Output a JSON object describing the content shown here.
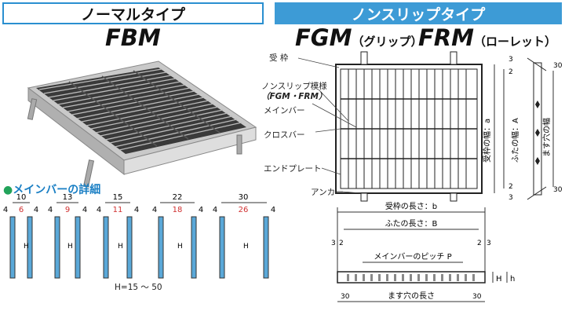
{
  "left_header": "ノーマルタイプ",
  "right_header": "ノンスリップタイプ",
  "left_model": "FBM",
  "right_models": [
    {
      "code": "FGM",
      "sub": "（グリップ）"
    },
    {
      "code": "FRM",
      "sub": "（ローレット）"
    }
  ],
  "detail_title": "メインバーの詳細",
  "bar_details": [
    {
      "total": "10",
      "side": "4",
      "gap": "6"
    },
    {
      "total": "13",
      "side": "4",
      "gap": "9"
    },
    {
      "total": "15",
      "side": "4",
      "gap": "11"
    },
    {
      "total": "22",
      "side": "4",
      "gap": "18"
    },
    {
      "total": "30",
      "side": "4",
      "gap": "26"
    }
  ],
  "height_label": "H",
  "height_range": "H=15 ～ 50",
  "callouts": {
    "receiving_frame": "受 枠",
    "nonslip_pattern": "ノンスリップ模様",
    "nonslip_models": "（FGM・FRM）",
    "main_bar": "メインバー",
    "cross_bar": "クロスバー",
    "end_plate": "エンドプレート",
    "anchor": "アンカー"
  },
  "dims": {
    "frame_width": "受枠の幅：a",
    "lid_width": "ふたの幅：A",
    "pit_width": "ます穴の幅",
    "frame_length": "受枠の長さ：b",
    "lid_length": "ふたの長さ：B",
    "pitch": "メインバーのピッチ P",
    "pit_length": "ます穴の長さ",
    "v3": "3",
    "v2": "2",
    "v30": "30",
    "H": "H",
    "h": "h"
  },
  "colors": {
    "accent": "#3d9bd6",
    "title_blue": "#1a7fc4",
    "gap_red": "#d03030",
    "bar_blue": "#5aa8d8"
  }
}
